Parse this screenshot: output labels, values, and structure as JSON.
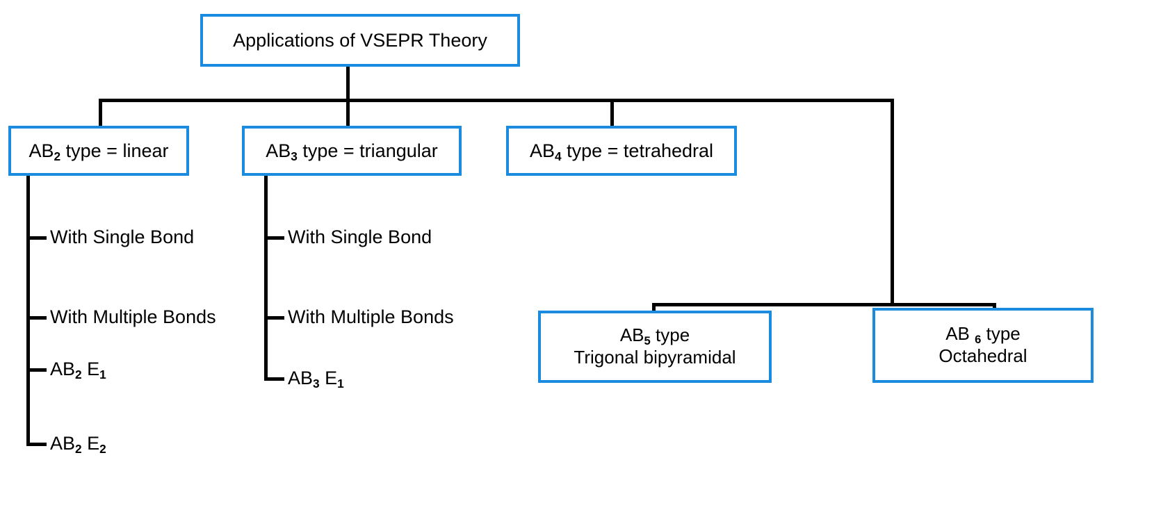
{
  "diagram": {
    "title": "Applications of VSEPR Theory",
    "background_color": "#FFFFFF",
    "box_border_color": "#1B8BE0",
    "connector_color": "#000000",
    "text_color": "#000000"
  },
  "root": {
    "label": "Applications of VSEPR Theory"
  },
  "level2": [
    {
      "id": "ab2",
      "prefix": "AB",
      "sub": "2",
      "suffix": " type = linear",
      "full_label": "AB2 type = linear"
    },
    {
      "id": "ab3",
      "prefix": "AB",
      "sub": "3",
      "suffix": " type = triangular",
      "full_label": "AB3 type = triangular"
    },
    {
      "id": "ab4",
      "prefix": "AB",
      "sub": "4",
      "suffix": " type = tetrahedral",
      "full_label": "AB4 type = tetrahedral"
    }
  ],
  "ab4_children": [
    {
      "id": "ab5",
      "line1_prefix": "AB",
      "line1_sub": "5",
      "line1_suffix": " type",
      "line2": "Trigonal bipyramidal",
      "full_label": "AB5 type Trigonal bipyramidal"
    },
    {
      "id": "ab6",
      "line1_prefix": "AB ",
      "line1_sub": "6",
      "line1_suffix": " type",
      "line2": "Octahedral",
      "full_label": "AB6 type Octahedral"
    }
  ],
  "ab2_children": [
    {
      "text": "With Single Bond",
      "kind": "plain"
    },
    {
      "text": "With Multiple Bonds",
      "kind": "plain"
    },
    {
      "prefix": "AB",
      "sub1": "2",
      "mid": " E",
      "sub2": "1",
      "kind": "formula",
      "text": "AB2 E1"
    },
    {
      "prefix": "AB",
      "sub1": "2",
      "mid": " E",
      "sub2": "2",
      "kind": "formula",
      "text": "AB2 E2"
    }
  ],
  "ab3_children": [
    {
      "text": "With Single Bond",
      "kind": "plain"
    },
    {
      "text": "With Multiple Bonds",
      "kind": "plain"
    },
    {
      "prefix": "AB",
      "sub1": "3",
      "mid": " E",
      "sub2": "1",
      "kind": "formula",
      "text": "AB3 E1"
    }
  ]
}
